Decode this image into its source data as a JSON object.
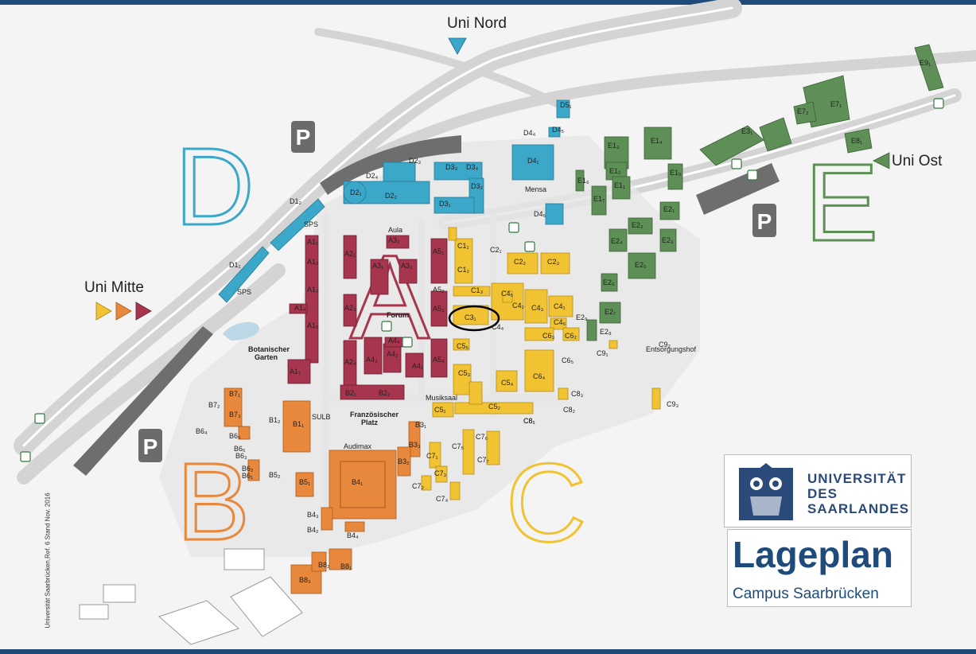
{
  "zones": {
    "d": "D",
    "a": "A",
    "b": "B",
    "c": "C",
    "e": "E"
  },
  "entrances": {
    "nord": "Uni Nord",
    "mitte": "Uni Mitte",
    "ost": "Uni Ost"
  },
  "parking": {
    "p_label": "P"
  },
  "places": {
    "aula": "Aula",
    "forum": "Forum",
    "botanischer_garten": "Botanischer\nGarten",
    "franzoesischer_platz": "Französischer\nPlatz",
    "audimax": "Audimax",
    "mensa": "Mensa",
    "musiksaal": "Musiksaal",
    "sulb": "SULB",
    "sps_top": "SPS",
    "sps_bottom": "SPS",
    "entsorgungshof": "Entsorgungshof"
  },
  "buildings": [
    "D1₁",
    "D1₂",
    "D2₁",
    "D2₂",
    "D2₃",
    "D2₄",
    "D3₁",
    "D3₂",
    "D3₃",
    "D3₄",
    "D4₁",
    "D4₄",
    "D4₅",
    "D4₆",
    "D5₁",
    "A1₁",
    "A1₂",
    "A1₃",
    "A1₄",
    "A1₅",
    "A1₇",
    "A2₁",
    "A2₃",
    "A2₄",
    "A3₁",
    "A3₂",
    "A3₃",
    "A4₁",
    "A4₂",
    "A4₃",
    "A4₄",
    "A5₁",
    "A5₂",
    "A5₃",
    "A5₄",
    "B1₁",
    "B1₂",
    "B2₁",
    "B2₂",
    "B3₁",
    "B3₂",
    "B3₃",
    "B4₁",
    "B4₂",
    "B4₃",
    "B4₄",
    "B5₁",
    "B5₂",
    "B6₁",
    "B6₂",
    "B6₃",
    "B6₄",
    "B6₅",
    "B6₆",
    "B7₁",
    "B7₂",
    "B7₃",
    "B8₁",
    "B8₂",
    "B8₃",
    "C1₁",
    "C1₂",
    "C1₃",
    "C2₁",
    "C2₂",
    "C2₃",
    "C3₁",
    "C4₁",
    "C4₂",
    "C4₃",
    "C4₄",
    "C4₅",
    "C4₆",
    "C5₁",
    "C5₂",
    "C5₃",
    "C5₄",
    "C5₅",
    "C6₁",
    "C6₂",
    "C6₃",
    "C6₄",
    "C6₅",
    "C7₁",
    "C7₂",
    "C7₃",
    "C7₄",
    "C7₅",
    "C7₆",
    "C7₇",
    "C8₁",
    "C8₂",
    "C8₃",
    "C9₁",
    "C9₂",
    "C9₃",
    "E1₁",
    "E1₂",
    "E1₃",
    "E1₄",
    "E1₅",
    "E1₆",
    "E1₇",
    "E2₁",
    "E2₂",
    "E2₃",
    "E2₄",
    "E2₅",
    "E2₆",
    "E2₇",
    "E2₈",
    "E2₉",
    "E3₁",
    "E7₁",
    "E7₂",
    "E8₁",
    "E9₁"
  ],
  "logo": {
    "line1": "UNIVERSITÄT",
    "line2": "DES",
    "line3": "SAARLANDES"
  },
  "title": {
    "main": "Lageplan",
    "sub": "Campus Saarbrücken"
  },
  "stamp": "Universität Saarbrücken,Ref. 6  Stand Nov. 2016",
  "colors": {
    "d": "#3ba7c9",
    "a": "#a8354e",
    "b": "#e8883d",
    "c": "#f1c232",
    "e": "#5e8f56",
    "navy": "#1e4b7a",
    "road": "#cfcfcf",
    "path": "#ffffff"
  }
}
